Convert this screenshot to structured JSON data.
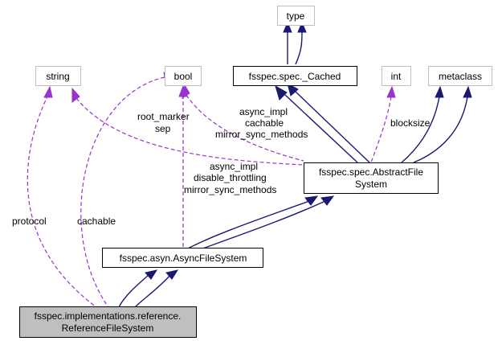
{
  "nodes": {
    "type": "type",
    "string": "string",
    "bool": "bool",
    "cached": "fsspec.spec._Cached",
    "int": "int",
    "metaclass": "metaclass",
    "abstract_fs": [
      "fsspec.spec.AbstractFile",
      "System"
    ],
    "async_fs": "fsspec.asyn.AsyncFileSystem",
    "reference_fs": [
      "fsspec.implementations.reference.",
      "ReferenceFileSystem"
    ]
  },
  "edge_labels": {
    "protocol": "protocol",
    "cachable_ref": "cachable",
    "root_marker": "root_marker",
    "sep": "sep",
    "cached_to_abs": [
      "async_impl",
      "cachable",
      "mirror_sync_methods"
    ],
    "bool_to_async": [
      "async_impl",
      "disable_throttling",
      "mirror_sync_methods"
    ],
    "blocksize": "blocksize"
  },
  "colors": {
    "inheritance": "#191970",
    "usage": "#9a32cd",
    "focus_fill": "#bfbfbf",
    "external_border": "#bfbfbf"
  }
}
